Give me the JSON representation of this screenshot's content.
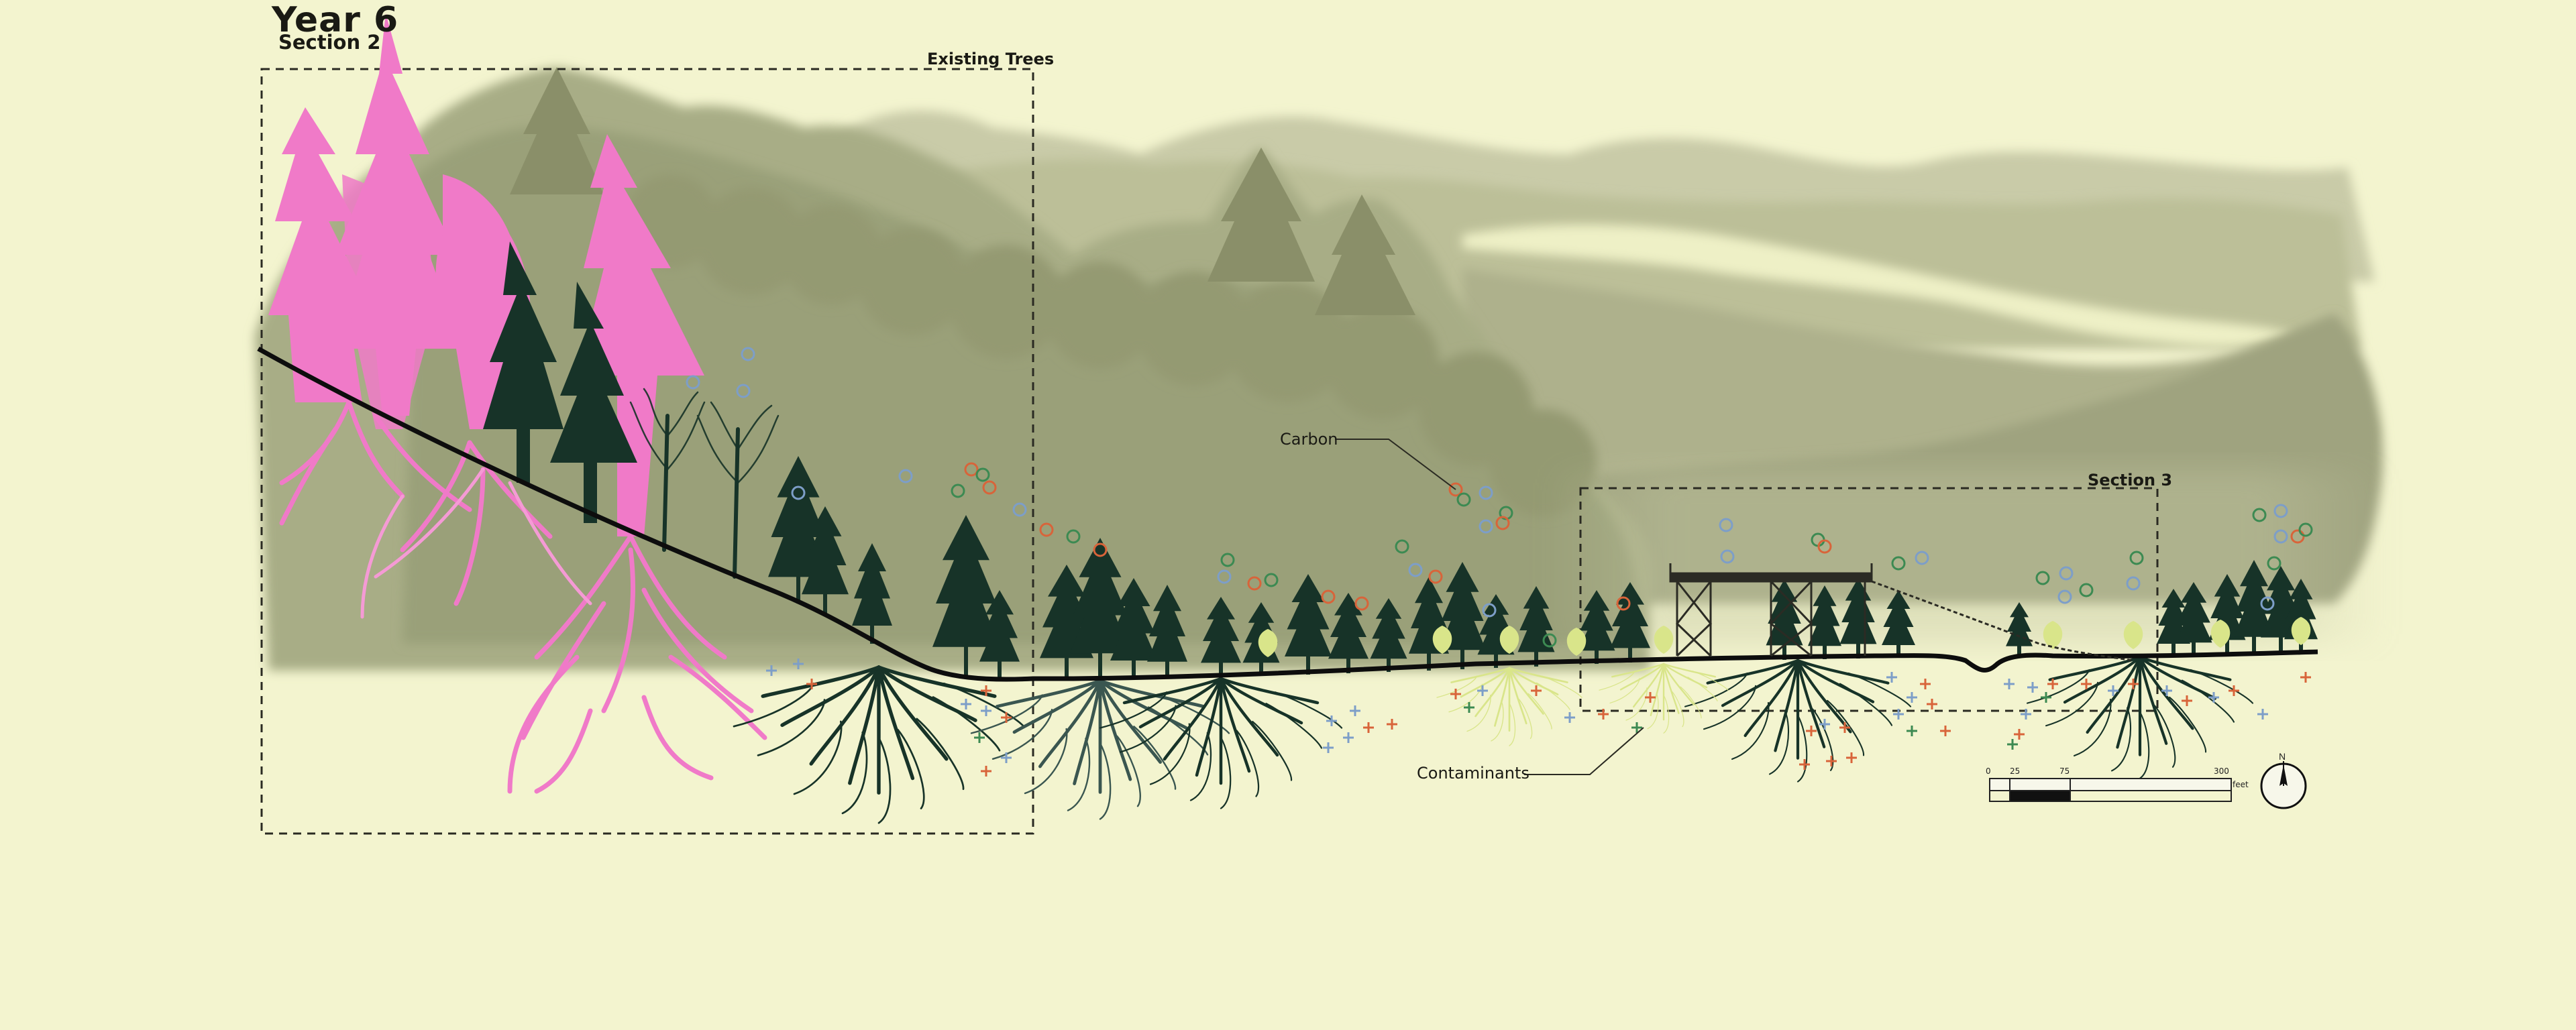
{
  "header": {
    "year": "Year 6",
    "section": "Section 2"
  },
  "labels": {
    "existing_trees": "Existing Trees",
    "section3": "Section 3",
    "carbon": "Carbon",
    "contaminants": "Contaminants"
  },
  "scale_bar": {
    "ticks": [
      "0",
      "25",
      "75",
      "300"
    ],
    "unit": "feet"
  },
  "north_arrow": {
    "letter": "N"
  },
  "colors": {
    "background": "#f3f4cf",
    "existing_trees_pink": "#f07ac8",
    "new_trees_dark": "#173328",
    "sapling_yellow": "#d9e58a",
    "hills": "#a3a883",
    "carbon_green": "#3c8a52",
    "carbon_orange": "#d8643a",
    "carbon_blue": "#7d9ec8",
    "ground_line": "#0d0d0d"
  }
}
